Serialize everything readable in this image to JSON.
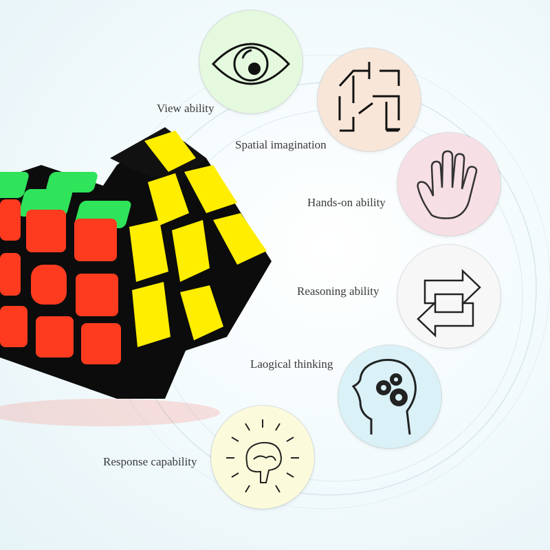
{
  "abilities": [
    {
      "label": "View ability",
      "icon": "eye-icon",
      "color": "#e4f9dd"
    },
    {
      "label": "Spatial imagination",
      "icon": "cube-icon",
      "color": "#f8e6d8"
    },
    {
      "label": "Hands-on ability",
      "icon": "hand-icon",
      "color": "#f7dfe6"
    },
    {
      "label": "Reasoning ability",
      "icon": "cycle-arrows-icon",
      "color": "#f7f7f7"
    },
    {
      "label": "Laogical thinking",
      "icon": "head-gears-icon",
      "color": "#d9f1f7"
    },
    {
      "label": "Response capability",
      "icon": "brain-icon",
      "color": "#fbfbdc"
    }
  ],
  "cube_colors": {
    "red": "#ff3b1f",
    "green": "#2fe35a",
    "yellow": "#ffee00",
    "body": "#0c0c0c"
  }
}
